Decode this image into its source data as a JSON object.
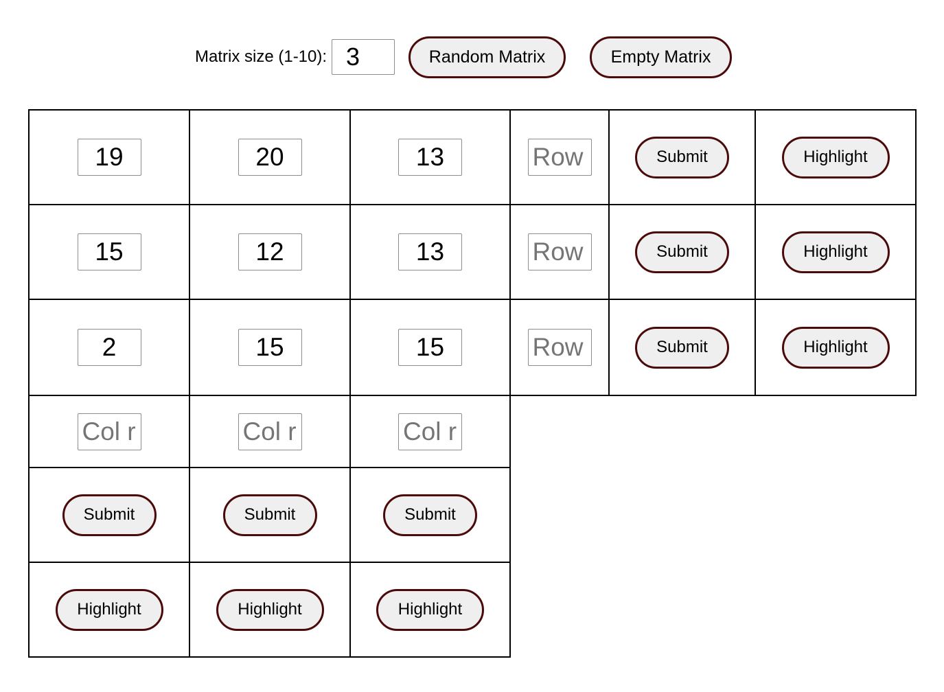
{
  "controls": {
    "size_label": "Matrix size (1-10):",
    "size_value": "3",
    "random_label": "Random Matrix",
    "empty_label": "Empty Matrix"
  },
  "matrix": {
    "rows": [
      [
        "19",
        "20",
        "13"
      ],
      [
        "15",
        "12",
        "13"
      ],
      [
        "2",
        "15",
        "15"
      ]
    ],
    "row_input_placeholder": "Row",
    "col_input_placeholder": "Col r",
    "submit_label": "Submit",
    "highlight_label": "Highlight"
  },
  "colors": {
    "button_border": "#4a0a0a",
    "button_background": "#efefef",
    "grid_border": "#000000"
  }
}
